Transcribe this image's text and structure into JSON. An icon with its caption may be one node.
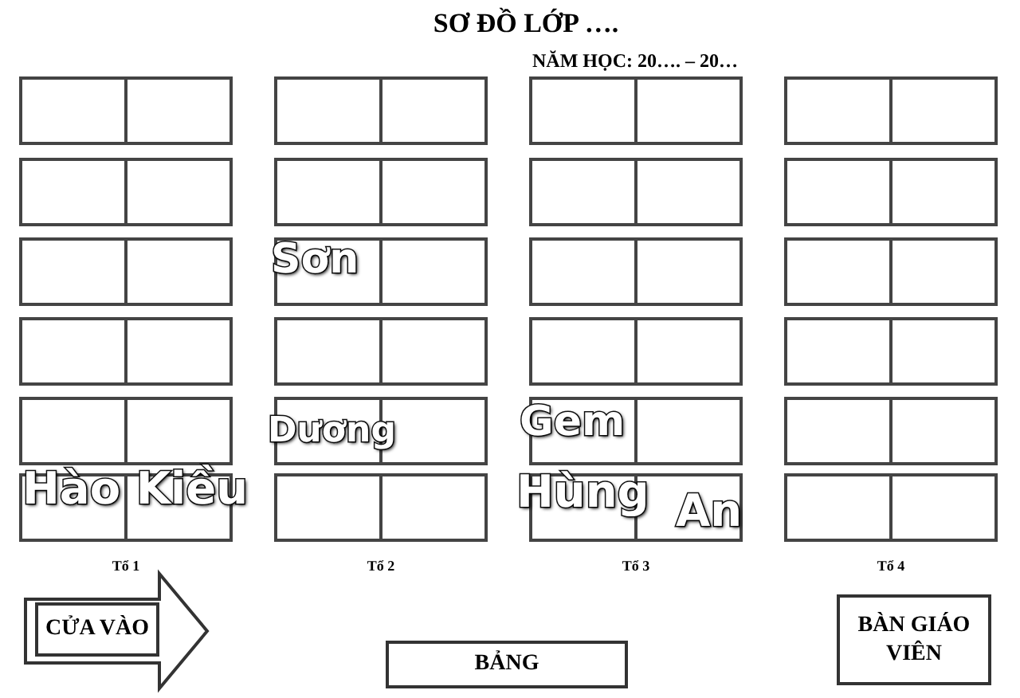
{
  "diagram": {
    "title": "SƠ ĐỒ LỚP ….",
    "nodes": [
      {
        "text": [],
        "shape": "box"
      },
      {
        "text": [],
        "shape": "box"
      },
      {
        "text": [],
        "shape": "box"
      },
      {
        "text": [],
        "shape": "box"
      },
      {
        "text": [],
        "shape": "box"
      },
      {
        "text": [],
        "shape": "box"
      },
      {
        "text": [],
        "shape": "box"
      },
      {
        "text": [],
        "shape": "box"
      },
      {
        "text": [],
        "shape": "box"
      },
      {
        "text": [],
        "shape": "box"
      },
      {
        "text": [],
        "shape": "box"
      },
      {
        "text": [],
        "shape": "box"
      },
      {
        "text": [],
        "shape": "box"
      },
      {
        "text": [],
        "shape": "box"
      },
      {
        "text": [],
        "shape": "box"
      },
      {
        "text": [],
        "shape": "box"
      },
      {
        "text": [],
        "shape": "box"
      },
      {
        "text": [],
        "shape": "box"
      },
      {
        "text": [],
        "shape": "box"
      },
      {
        "text": [],
        "shape": "box"
      },
      {
        "text": [],
        "shape": "box"
      },
      {
        "text": [],
        "shape": "box"
      },
      {
        "text": [],
        "shape": "box"
      },
      {
        "text": [],
        "shape": "box"
      },
      {
        "text": [
          "CỬA VÀO"
        ]
      },
      {
        "text": [
          "BẢNG"
        ]
      },
      {
        "text": [
          "BÀN GIÁO VIÊN"
        ]
      }
    ],
    "labels": [
      "NĂM HỌC: 20…. – 20…",
      "Sơn",
      "Dương",
      "Gem",
      "Hào Kiều",
      "Hùng",
      "An",
      "Tổ 1",
      "Tổ 2",
      "Tổ 3",
      "Tổ 4"
    ]
  }
}
